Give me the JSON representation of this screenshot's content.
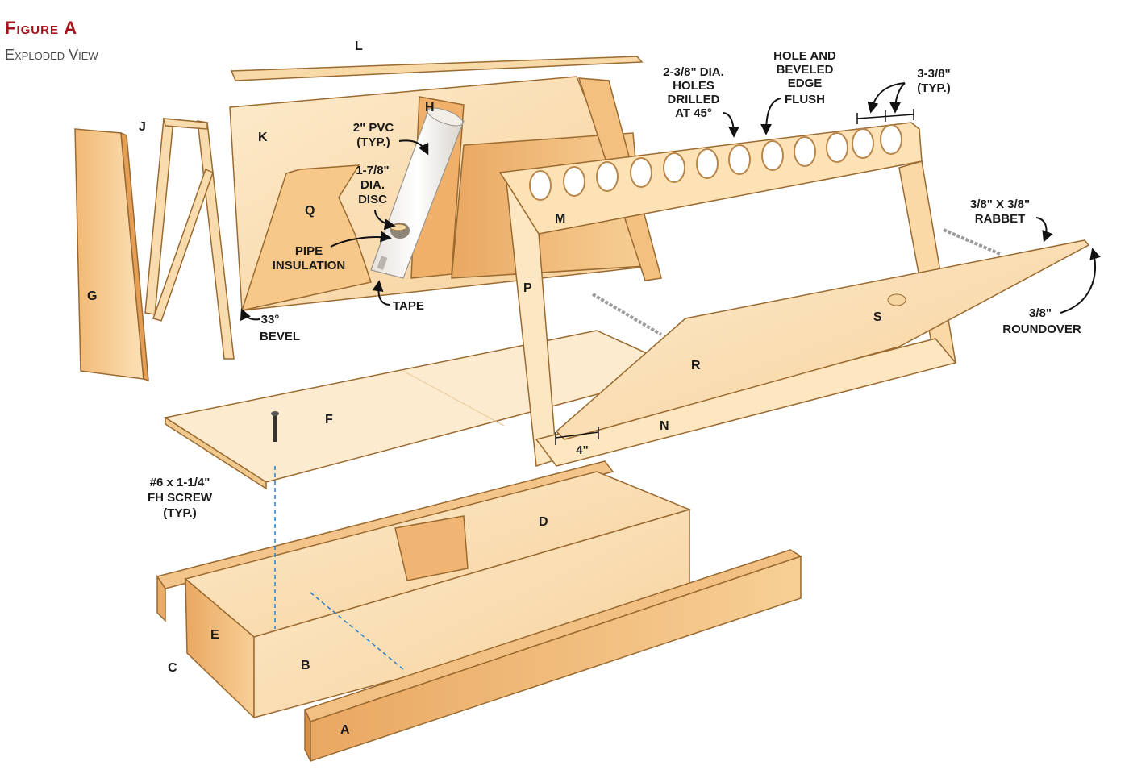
{
  "figure": {
    "title": "Figure A",
    "subtitle": "Exploded View"
  },
  "parts": {
    "A": "A",
    "B": "B",
    "C": "C",
    "D": "D",
    "E": "E",
    "F": "F",
    "G": "G",
    "H": "H",
    "J": "J",
    "K": "K",
    "L": "L",
    "M": "M",
    "N": "N",
    "P": "P",
    "Q": "Q",
    "R": "R",
    "S": "S"
  },
  "callouts": {
    "pvc": [
      "2\" PVC",
      "(TYP.)"
    ],
    "disc": [
      "1-7/8\"",
      "DIA.",
      "DISC"
    ],
    "insulation": [
      "PIPE",
      "INSULATION"
    ],
    "tape": "TAPE",
    "bevel": [
      "33°",
      "BEVEL"
    ],
    "holes": [
      "2-3/8\" DIA.",
      "HOLES",
      "DRILLED",
      "AT 45°"
    ],
    "flush": [
      "HOLE AND",
      "BEVELED",
      "EDGE",
      "FLUSH"
    ],
    "spacing": [
      "3-3/8\"",
      "(TYP.)"
    ],
    "rabbet": [
      "3/8\" X 3/8\"",
      "RABBET"
    ],
    "roundover": [
      "3/8\"",
      "ROUNDOVER"
    ],
    "screw": [
      "#6 x 1-1/4\"",
      "FH SCREW",
      "(TYP.)"
    ],
    "offset": "4\""
  },
  "colors": {
    "title": "#a3151b",
    "wood_light": "#fbe3bd",
    "wood_mid": "#f5c88a",
    "wood_dark": "#e8a964",
    "edge": "#9a6a30",
    "guide": "#2a7fc9"
  }
}
